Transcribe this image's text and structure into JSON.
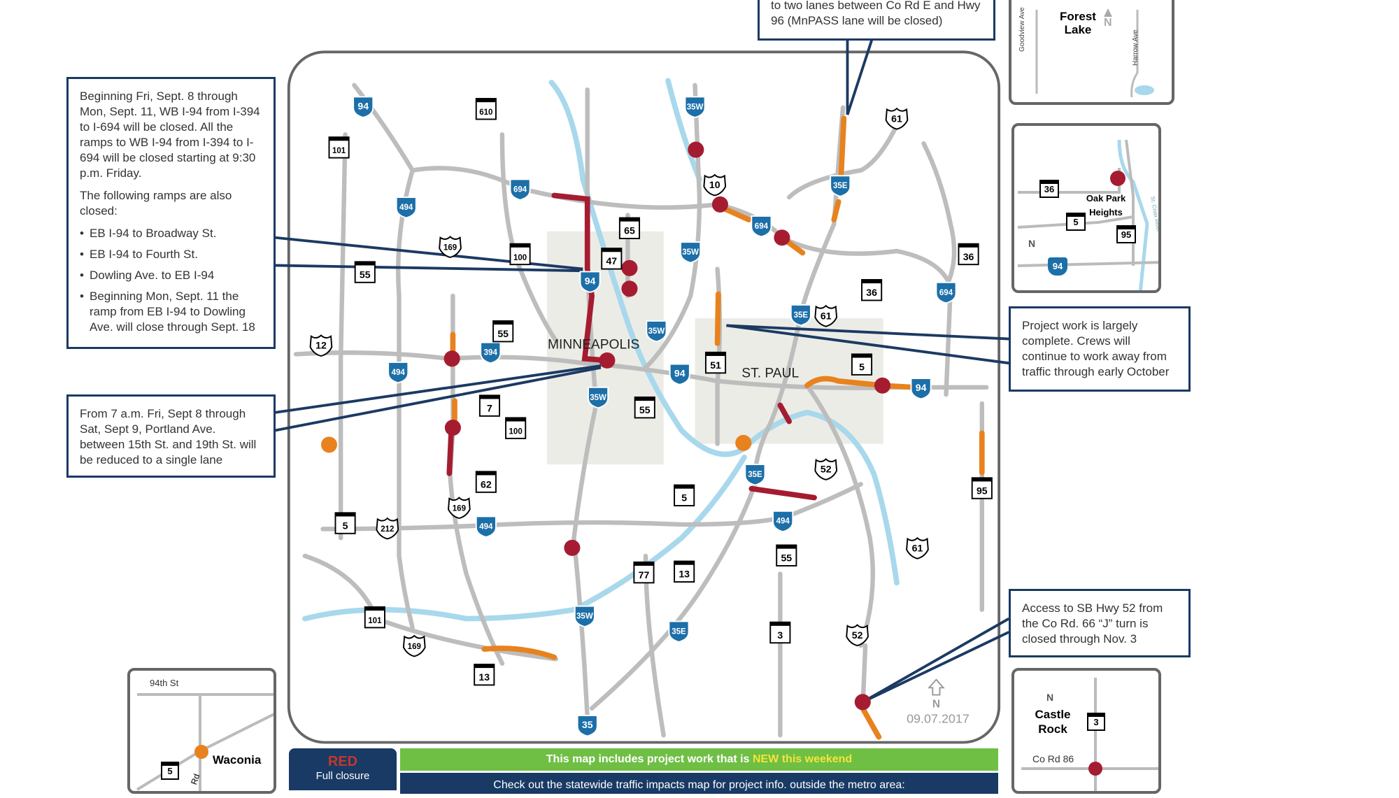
{
  "callouts": {
    "top": "to two lanes between Co Rd E and Hwy 96 (MnPASS lane will be closed)",
    "i94_para1": "Beginning Fri, Sept. 8 through Mon, Sept. 11, WB I-94 from I-394 to I-694 will be closed. All the ramps to WB I-94 from I-394 to I-694 will be closed starting at 9:30 p.m. Friday.",
    "i94_para2": "The following ramps are also closed:",
    "i94_items": [
      "EB I-94 to Broadway St.",
      "EB I-94 to Fourth St.",
      "Dowling Ave. to EB I-94",
      "Beginning Mon, Sept. 11 the ramp from EB I-94 to Dowling Ave. will close through Sept. 18"
    ],
    "portland": "From 7 a.m. Fri, Sept 8 through Sat, Sept 9, Portland Ave. between 15th St. and 19th St. will be reduced to a single lane",
    "stpaul": "Project work is largely complete. Crews will continue to work away from traffic through early October",
    "hwy52": "Access to SB Hwy 52 from the Co Rd. 66 “J” turn is closed through Nov. 3"
  },
  "map": {
    "cities": {
      "minneapolis": "MINNEAPOLIS",
      "st_paul": "ST. PAUL"
    },
    "date": "09.07.2017",
    "north": "N",
    "interstates": [
      "94",
      "35W",
      "694",
      "494",
      "94",
      "35W",
      "35E",
      "694",
      "694",
      "35E",
      "394",
      "494",
      "35W",
      "94",
      "94",
      "35W",
      "35E",
      "494",
      "494",
      "35W",
      "35E",
      "35"
    ],
    "state_routes": [
      "610",
      "101",
      "65",
      "47",
      "100",
      "55",
      "36",
      "36",
      "55",
      "51",
      "5",
      "7",
      "55",
      "100",
      "62",
      "5",
      "95",
      "5",
      "55",
      "77",
      "13",
      "101",
      "3",
      "13"
    ],
    "us_routes": [
      "61",
      "10",
      "169",
      "12",
      "61",
      "52",
      "169",
      "212",
      "61",
      "169",
      "52"
    ],
    "colors": {
      "full_closure": "#a51c30",
      "lane_closure": "#e8821e",
      "road": "#bdbdbd",
      "water": "#a8d8ec",
      "callout_border": "#1b3a63"
    }
  },
  "insets": {
    "forest_lake": {
      "city": "Forest Lake",
      "streets": [
        "Goodview Ave",
        "Harrow Ave"
      ],
      "north": "N"
    },
    "oak_park": {
      "city": "Oak Park Heights",
      "routes": [
        "36",
        "5",
        "95",
        "94"
      ],
      "river": "St. Croix River",
      "north": "N"
    },
    "castle_rock": {
      "city": "Castle Rock",
      "route": "3",
      "street": "Co Rd 86",
      "north": "N"
    },
    "waconia": {
      "city": "Waconia",
      "street": "94th St",
      "route": "5",
      "rd": "Rd"
    }
  },
  "legend": {
    "red_label": "RED",
    "red_desc": "Full closure",
    "banner_prefix": "This map includes project work that is ",
    "banner_new": "NEW this weekend",
    "statewide": "Check out the statewide traffic impacts map for project info. outside the metro area:"
  }
}
